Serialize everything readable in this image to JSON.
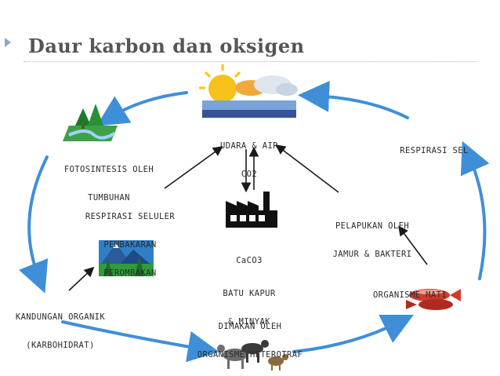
{
  "slide": {
    "title": "Daur karbon dan oksigen"
  },
  "diagram": {
    "nodes": {
      "atmosphere": {
        "label_1": "UDARA & AIR",
        "label_2": "CO2"
      },
      "photosynthesis": {
        "label_1": "FOTOSINTESIS OLEH",
        "label_2": "TUMBUHAN"
      },
      "cell_respiration": {
        "label": "RESPIRASI SEL"
      },
      "cellular_respiration": {
        "label_1": "RESPIRASI SELULER",
        "label_2": "PEMBAKARAN",
        "label_3": "PEROMBAKAN"
      },
      "limestone": {
        "label_formula": "CaCO3",
        "label_1": "BATU KAPUR",
        "label_2": "& MINYAK"
      },
      "decomposition": {
        "label_1": "PELAPUKAN OLEH",
        "label_2": "JAMUR & BAKTERI"
      },
      "organic_content": {
        "label_1": "KANDUNGAN ORGANIK",
        "label_2": "(KARBOHIDRAT)"
      },
      "dead_organisms": {
        "label": "ORGANISME MATI"
      },
      "consumption": {
        "label_1": "DIMAKAN OLEH",
        "label_2": "ORGANISME HETEROTRAF"
      }
    },
    "colors": {
      "cycle_arrow": "#3f8fd8",
      "inner_arrow": "#1a1a1a",
      "sun": "#f6c21a",
      "sky": "#4a6fb5",
      "plant": "#2f9c3a",
      "factory": "#111111",
      "fish": "#d23a2a"
    },
    "icons": [
      "sun-cloud-icon",
      "sky-water-icon",
      "plant-landscape-icon",
      "mountain-forest-icon",
      "factory-icon",
      "fish-icon",
      "animals-icon"
    ]
  }
}
